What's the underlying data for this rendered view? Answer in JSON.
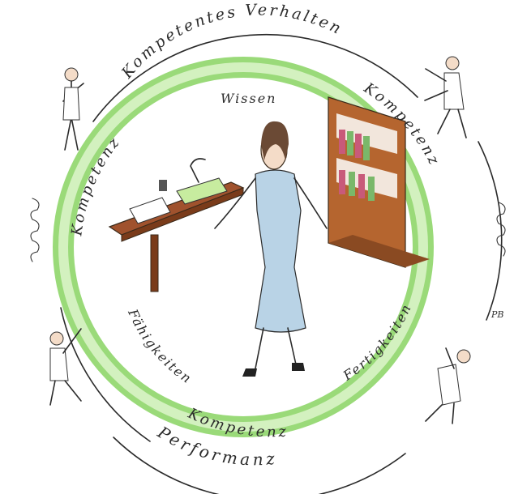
{
  "labels": {
    "top_arc": "Kompetentes Verhalten",
    "bottom_arc": "Performanz",
    "ring_left": "Kompetenz",
    "ring_right": "Kompetenz",
    "ring_bottom": "Kompetenz",
    "wissen": "Wissen",
    "faehigkeiten": "Fähigkeiten",
    "fertigkeiten": "Fertigkeiten",
    "signature": "PB"
  },
  "colors": {
    "ring": "#8fd66a",
    "ring_light": "#d9f3c6",
    "dress": "#b9d3e6",
    "wood": "#a0522d",
    "ink": "#2a2a2a"
  }
}
